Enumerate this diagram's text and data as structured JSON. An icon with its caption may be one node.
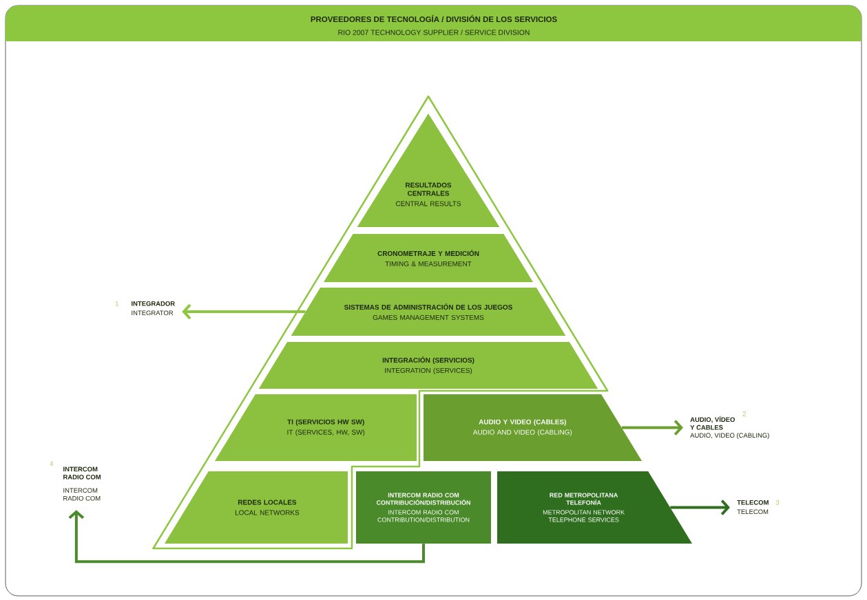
{
  "diagram": {
    "title": "PROVEEDORES DE TECNOLOGÍA / DIVISIÓN DE LOS SERVICIOS",
    "nodes": [
      {
        "text": [],
        "shape": "triangle"
      },
      {
        "text": [
          "RESULTADOS CENTRALES",
          "CENTRAL RESULTS"
        ],
        "in": 0
      },
      {
        "text": [
          "CRONOMETRAJE Y MEDICIÓN",
          "TIMING & MEASUREMENT"
        ],
        "in": 0
      },
      {
        "text": [
          "SISTEMAS DE ADMINISTRACIÓN DE LOS JUEGOS",
          "GAMES MANAGEMENT SYSTEMS"
        ],
        "in": 0
      },
      {
        "text": [
          "INTEGRACIÓN (SERVICIOS)",
          "INTEGRATION (SERVICES)"
        ],
        "in": 0
      },
      {
        "text": [
          "TI (SERVICIOS HW SW)",
          "IT (SERVICES, HW, SW)"
        ],
        "in": 0
      },
      {
        "text": [
          "AUDIO Y VIDEO (CABLES)",
          "AUDIO AND VIDEO (CABLING)"
        ]
      },
      {
        "text": [
          "REDES LOCALES",
          "LOCAL NETWORKS"
        ],
        "in": 0
      },
      {
        "text": [
          "INTERCOM RADIO COM CONTRIBUCIÓN/DISTRIBUCIÓN",
          "INTERCOM RADIO COM CONTRIBUTION/DISTRIBUTION"
        ]
      },
      {
        "text": [
          "RED METROPOLITANA TELEFONÍA",
          "METROPOLITAN NETWORK TELEPHONE SERVICES"
        ]
      },
      {
        "text": [
          "1",
          "INTEGRADOR",
          "INTEGRATOR"
        ]
      },
      {
        "text": [
          "AUDIO, VÍDEO Y CABLES",
          "2",
          "AUDIO, VIDEO (CABLING)"
        ]
      },
      {
        "text": [
          "TELECOM",
          "3",
          "TELECOM"
        ]
      },
      {
        "text": [
          "4",
          "INTERCOM RADIO COM",
          "INTERCOM RADIO COM"
        ]
      }
    ],
    "edges": [
      {
        "from": 3,
        "to": 10,
        "arrow": "to",
        "color": "#8dc63f"
      },
      {
        "from": 6,
        "to": 11,
        "arrow": "to",
        "color": "#6a9e2e"
      },
      {
        "from": 9,
        "to": 12,
        "arrow": "to",
        "color": "#2f6e1e"
      },
      {
        "from": 8,
        "to": 13,
        "arrow": "to",
        "color": "#4a8a2a"
      }
    ],
    "labels": [
      "RIO 2007 TECHNOLOGY SUPPLIER / SERVICE DIVISION"
    ]
  }
}
